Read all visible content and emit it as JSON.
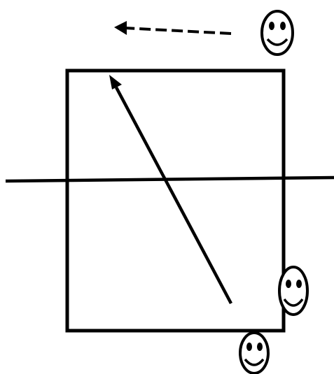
{
  "diagram": {
    "background": "#ffffff",
    "stroke_color": "#000000",
    "elements": [
      {
        "kind": "dashed-arrow",
        "direction": "left"
      },
      {
        "kind": "rectangle"
      },
      {
        "kind": "horizontal-line"
      },
      {
        "kind": "solid-arrow",
        "direction": "up-left"
      },
      {
        "kind": "smiley-face",
        "count": 3
      }
    ]
  }
}
